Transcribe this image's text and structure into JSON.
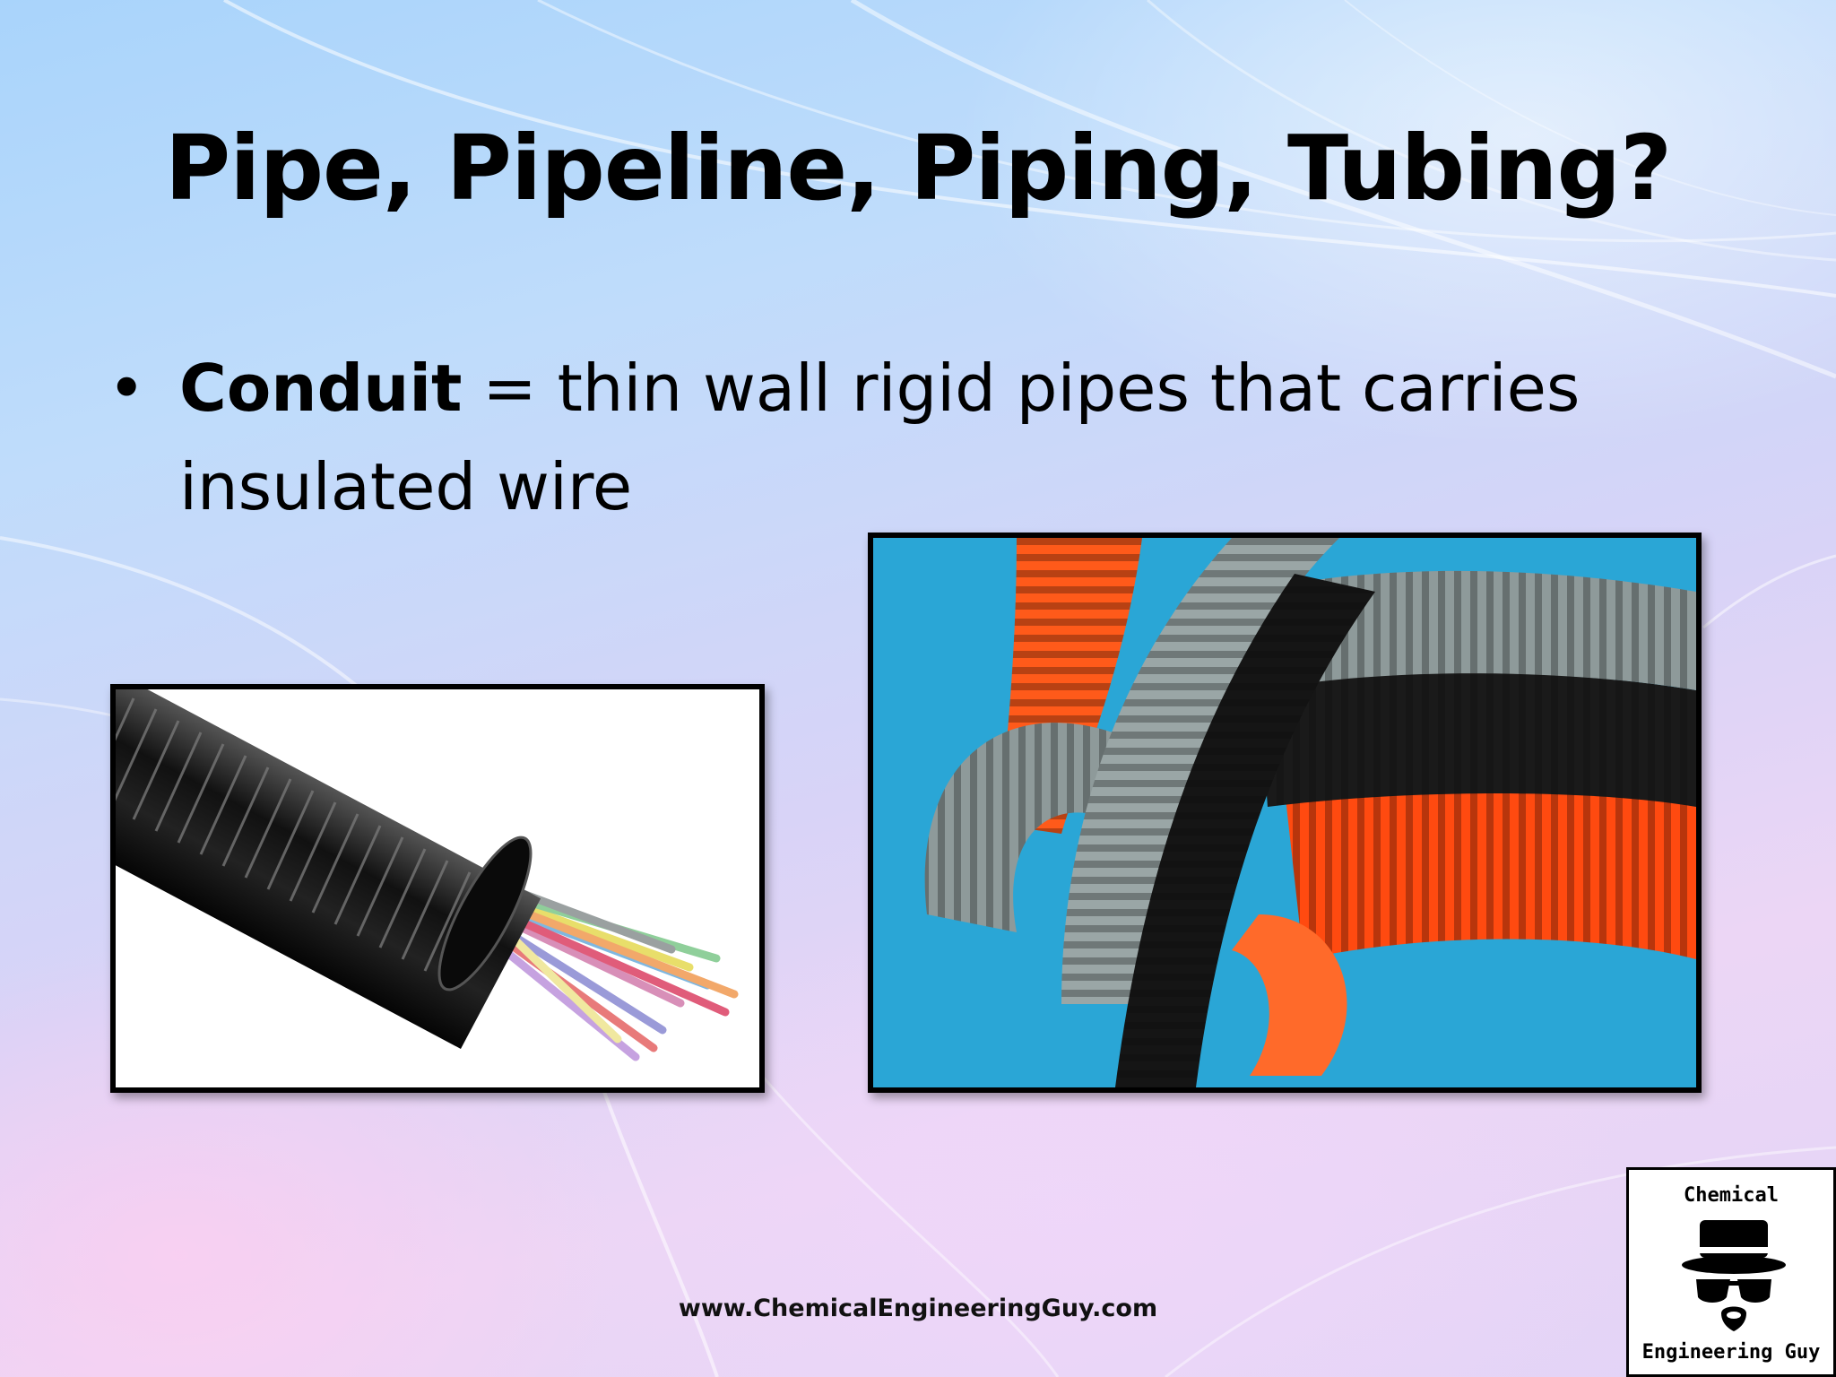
{
  "slide": {
    "title": "Pipe, Pipeline, Piping, Tubing?",
    "bullet": {
      "marker": "•",
      "term": "Conduit",
      "definition": " = thin wall rigid pipes that carries insulated wire"
    },
    "images": [
      {
        "name": "black-corrugated-conduit-with-colored-wires",
        "subject": "black corrugated conduit with colored wires"
      },
      {
        "name": "corrugated-conduits-orange-gray-black",
        "subject": "orange, gray and black corrugated conduits"
      }
    ],
    "footer_url": "www.ChemicalEngineeringGuy.com",
    "logo": {
      "top_text": "Chemical",
      "bottom_text": "Engineering Guy"
    }
  },
  "colors": {
    "background_top": "#a9d4fb",
    "background_bottom": "#ecd6f5",
    "text": "#000000",
    "conduit_orange": "#ff5a1a",
    "conduit_gray": "#8e9a9a",
    "conduit_black": "#1a1a1a",
    "photo_backdrop_blue": "#2aa6d6"
  }
}
